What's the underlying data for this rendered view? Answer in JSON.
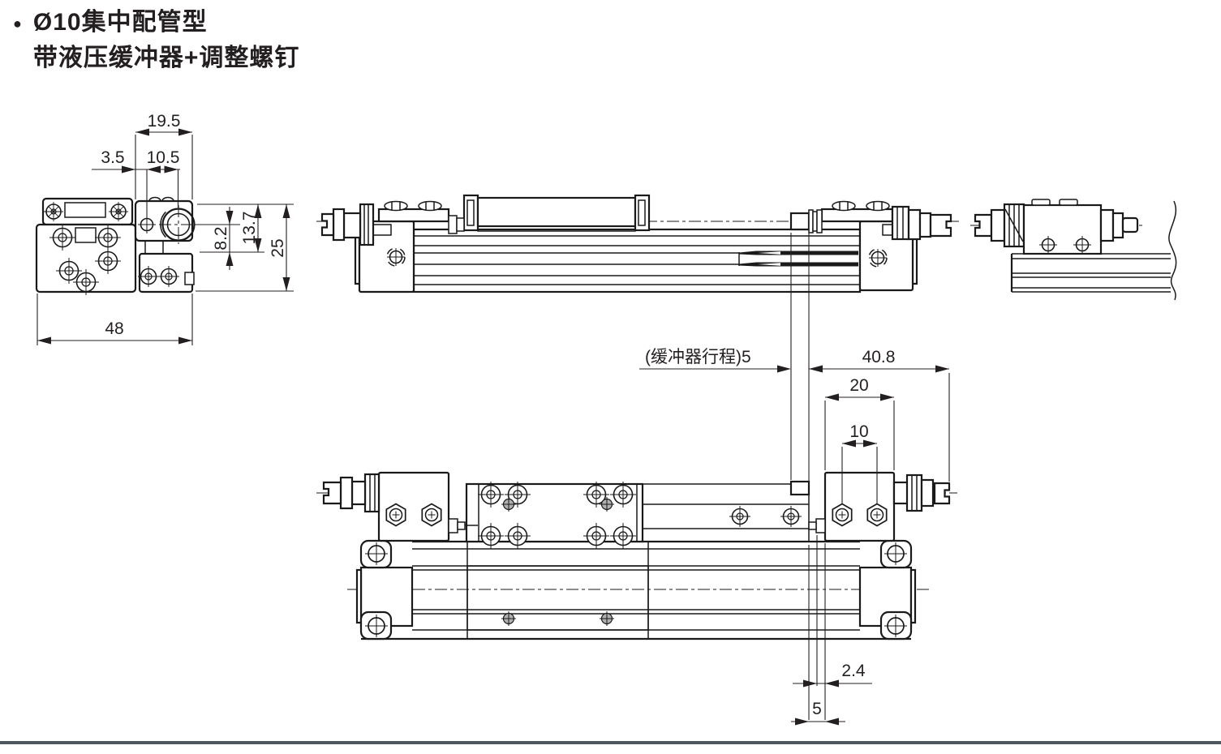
{
  "title": {
    "bullet": "●",
    "line1": "Ø10集中配管型",
    "line2": "带液压缓冲器+调整螺钉"
  },
  "end_view": {
    "dim_19_5": "19.5",
    "dim_3_5": "3.5",
    "dim_10_5": "10.5",
    "dim_8_2": "8.2",
    "dim_13_7": "13.7",
    "dim_25": "25",
    "dim_48": "48"
  },
  "plan_view": {
    "dim_buffer_stroke": "(缓冲器行程)5",
    "dim_40_8": "40.8",
    "dim_20": "20",
    "dim_10": "10",
    "dim_2_4": "2.4",
    "dim_5": "5"
  },
  "colors": {
    "line": "#1a1a1a",
    "dim_text": "#231f20",
    "page_border": "#4e575f"
  }
}
